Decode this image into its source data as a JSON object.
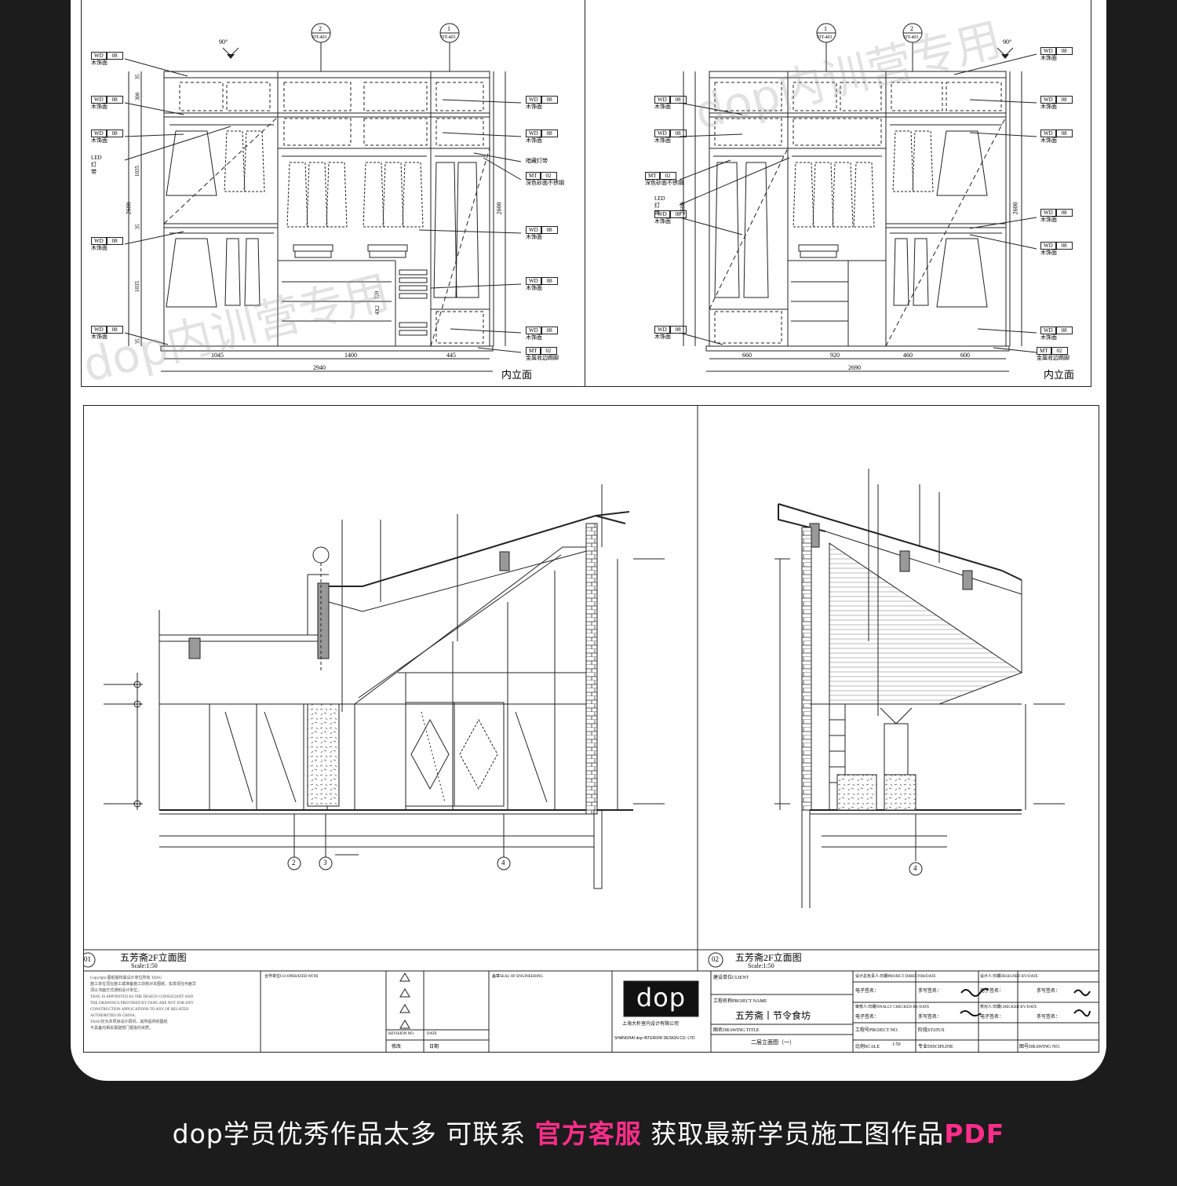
{
  "wardrobe_left": {
    "labels": [
      {
        "code": "WD",
        "num": "08",
        "text": "木饰面"
      },
      {
        "code": "WD",
        "num": "08",
        "text": "木饰面"
      },
      {
        "code": "WD",
        "num": "08",
        "text": "木饰面"
      },
      {
        "code": "WD",
        "num": "08",
        "text": "木饰面"
      },
      {
        "code": "WD",
        "num": "08",
        "text": "木饰面"
      }
    ],
    "led": "LED灯带",
    "right_labels": [
      {
        "code": "WD",
        "num": "08",
        "text": "木饰面"
      },
      {
        "code": "WD",
        "num": "08",
        "text": "木饰面"
      },
      {
        "code": "",
        "num": "",
        "text": "暗藏灯带"
      },
      {
        "code": "MT",
        "num": "02",
        "text": "深色砂面不锈钢"
      },
      {
        "code": "WD",
        "num": "08",
        "text": "木饰面"
      },
      {
        "code": "WD",
        "num": "08",
        "text": "木饰面"
      },
      {
        "code": "WD",
        "num": "08",
        "text": "木饰面"
      },
      {
        "code": "MT",
        "num": "02",
        "text": "金属收边踢脚"
      }
    ],
    "angle": "90°",
    "bubbles": [
      {
        "n": "2",
        "ref": "DT-403"
      },
      {
        "n": "1",
        "ref": "DT-403"
      }
    ],
    "dims_bottom": [
      "1045",
      "1400",
      "445"
    ],
    "total": "2940",
    "height": "2600",
    "vdims": [
      "35",
      "300",
      "1035",
      "35",
      "1035",
      "35"
    ],
    "inner_dims": [
      "720",
      "4X2"
    ],
    "title": "内立面"
  },
  "wardrobe_right": {
    "labels": [
      {
        "code": "WD",
        "num": "08",
        "text": "木饰面"
      },
      {
        "code": "WD",
        "num": "08",
        "text": "木饰面"
      },
      {
        "code": "MT",
        "num": "02",
        "text": "深色砂面不锈钢"
      },
      {
        "code": "WD",
        "num": "08",
        "text": "木饰面"
      },
      {
        "code": "WD",
        "num": "08",
        "text": "木饰面"
      }
    ],
    "led": "LED灯带",
    "right_labels": [
      {
        "code": "WD",
        "num": "08",
        "text": "木饰面"
      },
      {
        "code": "WD",
        "num": "08",
        "text": "木饰面"
      },
      {
        "code": "WD",
        "num": "08",
        "text": "木饰面"
      },
      {
        "code": "WD",
        "num": "08",
        "text": "木饰面"
      },
      {
        "code": "WD",
        "num": "08",
        "text": "木饰面"
      },
      {
        "code": "WD",
        "num": "08",
        "text": "木饰面"
      },
      {
        "code": "MT",
        "num": "02",
        "text": "金属收边踢脚"
      }
    ],
    "angle": "90°",
    "bubbles": [
      {
        "n": "1",
        "ref": "DT-403"
      },
      {
        "n": "2",
        "ref": "DT-403"
      }
    ],
    "dims_bottom": [
      "660",
      "920",
      "460",
      "600"
    ],
    "total": "2690",
    "height": "2600",
    "title": "内立面"
  },
  "elevation_sheet": {
    "view1_no": "01",
    "view1_title": "五芳斋2F立面图",
    "view1_scale": "Scale:1:50",
    "view2_no": "02",
    "view2_title": "五芳斋2F立面图",
    "view2_scale": "Scale:1:50",
    "grid_left": [
      "2",
      "3",
      "4"
    ],
    "grid_right": [
      "4"
    ],
    "title_block": {
      "copyright_lines": [
        "Copyright 图纸版权属设计单位所有 TANG",
        "施工单位须在施工或准备施工前核对本图纸，如发现任何差异",
        "须以书面方式通知设计单位。",
        "TANG IS APPOINTED AS THE DESIGN CONSULTANT AND",
        "THE DRAWINGS PROVIDED BY TANG ARE NOT FOR ANY",
        "CONSTRUCTION APPLICATIONS TO ANY OF RELATED",
        "AUTHORITIES IN CHINA.",
        "TANG仅为本项目设计顾问，其所提供的图纸",
        "不具备向相关报建部门报批的资质。"
      ],
      "cooperated": "合作单位CO-OPERATED WITH",
      "revision_no": "REVISION NO",
      "revision_date": "DATE",
      "revise": "修改",
      "date_cn": "日期",
      "seal": "盖章SEAL OF ENGINEERING",
      "company_cn": "上海大朴室内设计有限公司",
      "company_en": "SHANGHAI dop INTERIOR DESIGN CO. LTD",
      "client": "建设单位CLIENT",
      "project_label": "工程名称PROJECT NAME",
      "project_name": "五芳斋丨节令食坊",
      "drawing_title_label": "图名DRAWING TITLE",
      "drawing_title": "二层立面图（一）",
      "director": "设计总负责人/日期PROJECT DIRECTOR/DATE",
      "designed": "设计人/日期DESIGNED BY/DATE",
      "e_sign": "电子签名：",
      "hand_sign": "手写签名：",
      "final_check": "审核人/日期FINALLY CHECKED BY/DATE",
      "checked": "校对人/日期CHECKED BY/DATE",
      "project_no": "工程号PROJECT NO.",
      "status": "阶段STATUS",
      "scale_label": "比例SCALE",
      "scale_val": "1:50",
      "discipline": "专业DISCIPLINE",
      "drawing_no": "图号DRAWING NO."
    }
  },
  "logo": "dop",
  "watermark": "dop内训营专用",
  "footer": {
    "part1": "dop学员优秀作品太多  可联系 ",
    "highlight1": "官方客服",
    "part2": " 获取最新学员施工图作品",
    "highlight2": "PDF"
  },
  "colors": {
    "background": "#1c1c1c",
    "card": "#ffffff",
    "accent": "#ff2d8a",
    "line": "#222222"
  }
}
